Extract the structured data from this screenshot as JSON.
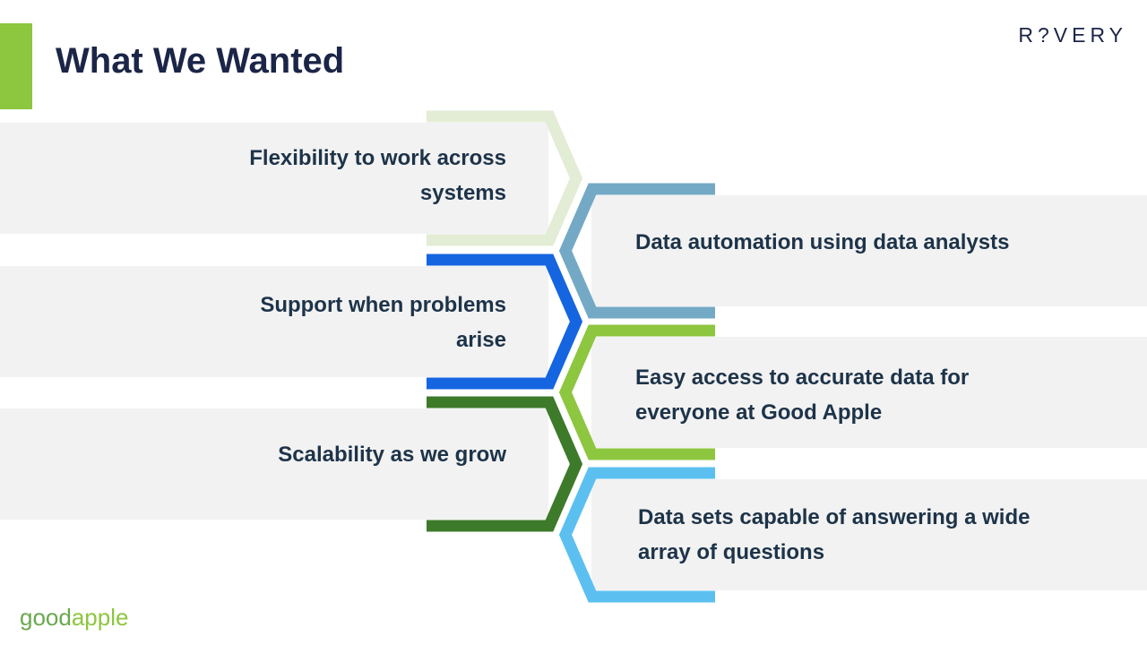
{
  "slide": {
    "title": "What We Wanted",
    "brand_logo": "R?VERY",
    "footer_logo": {
      "part1": "good",
      "part2": "apple"
    }
  },
  "left_items": [
    {
      "lines": [
        "Flexibility to work across",
        "systems"
      ],
      "color": "#e3ecd4"
    },
    {
      "lines": [
        "Support when problems",
        "arise"
      ],
      "color": "#1565e0"
    },
    {
      "lines": [
        "Scalability as we grow"
      ],
      "color": "#3d7a2a"
    }
  ],
  "right_items": [
    {
      "lines": [
        "Data automation using data analysts"
      ],
      "color": "#74a9c6"
    },
    {
      "lines": [
        "Easy access to accurate data for",
        "everyone at Good Apple"
      ],
      "color": "#8dc63f"
    },
    {
      "lines": [
        "Data sets capable of answering a wide",
        "array of questions"
      ],
      "color": "#5bc0f0"
    }
  ],
  "colors": {
    "title": "#1b2547",
    "text": "#1d3349",
    "accent": "#8dc63f",
    "band": "#f2f2f2"
  }
}
